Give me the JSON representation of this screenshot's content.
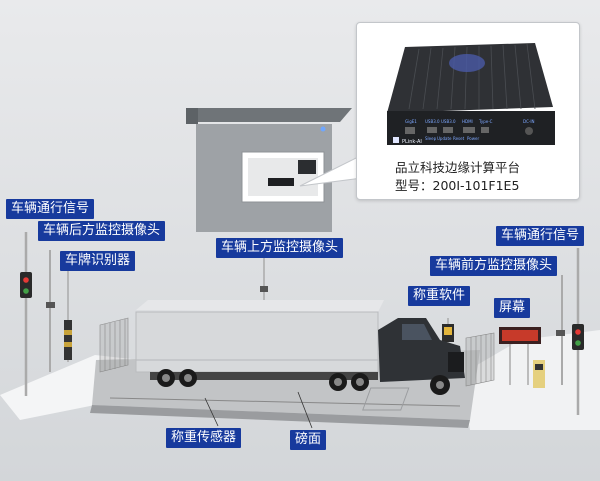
{
  "labels": {
    "signal_left": "车辆通行信号",
    "rear_camera": "车辆后方监控摄像头",
    "plate_reader": "车牌识别器",
    "top_camera": "车辆上方监控摄像头",
    "signal_right": "车辆通行信号",
    "front_camera": "车辆前方监控摄像头",
    "software": "称重软件",
    "screen": "屏幕",
    "sensor": "称重传感器",
    "platform": "磅面"
  },
  "device": {
    "caption": "品立科技边缘计算平台",
    "model": "型号：200I-101F1E5",
    "brand": "PLink-AI",
    "port_labels": [
      "GigE1",
      "USB3.0",
      "USB3.0",
      "HDMI",
      "Type-C"
    ],
    "button_labels": [
      "Sleep",
      "Update",
      "Reset",
      "Power"
    ],
    "dc_label": "DC-IN"
  },
  "colors": {
    "label_bg": "#173a9d",
    "label_text": "#ffffff"
  }
}
